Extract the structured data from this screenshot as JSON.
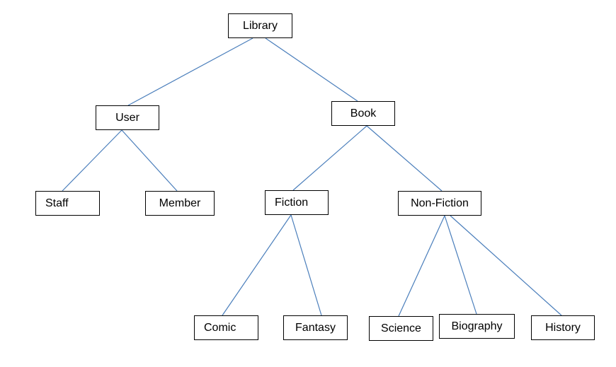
{
  "diagram": {
    "line_color": "#4a7ebb",
    "box_border_color": "#000000",
    "nodes": {
      "library": "Library",
      "user": "User",
      "book": "Book",
      "staff": "Staff",
      "member": "Member",
      "fiction": "Fiction",
      "nonfiction": "Non-Fiction",
      "comic": "Comic",
      "fantasy": "Fantasy",
      "science": "Science",
      "biography": "Biography",
      "history": "History"
    },
    "edges": [
      [
        "library",
        "user"
      ],
      [
        "library",
        "book"
      ],
      [
        "user",
        "staff"
      ],
      [
        "user",
        "member"
      ],
      [
        "book",
        "fiction"
      ],
      [
        "book",
        "nonfiction"
      ],
      [
        "fiction",
        "comic"
      ],
      [
        "fiction",
        "fantasy"
      ],
      [
        "nonfiction",
        "science"
      ],
      [
        "nonfiction",
        "biography"
      ],
      [
        "nonfiction",
        "history"
      ]
    ]
  }
}
